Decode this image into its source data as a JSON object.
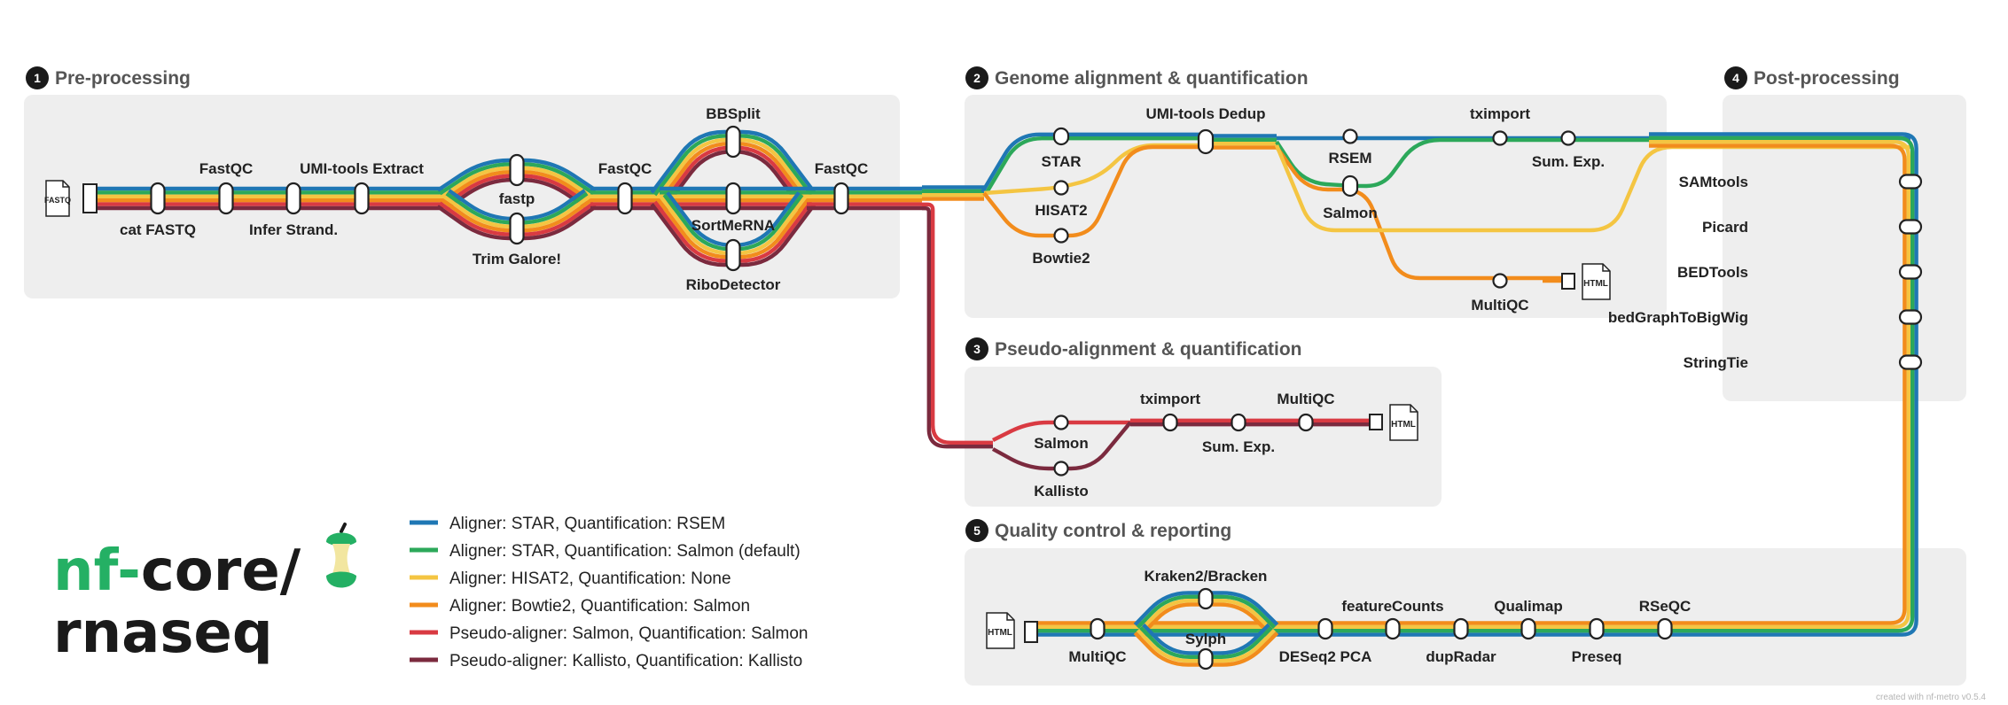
{
  "colors": {
    "star_rsem": "#1f77b4",
    "star_salmon": "#2ca85a",
    "hisat2": "#f4c542",
    "bowtie2": "#f28c1c",
    "pseudo_salmon": "#d93a42",
    "kallisto": "#7b2a3e",
    "section_bg": "#eeeeee",
    "logo_green": "#24b064",
    "logo_dark": "#1a1a1a"
  },
  "logo": {
    "prefix": "nf",
    "dash": "-",
    "core": "core/",
    "pipeline": "rnaseq"
  },
  "sections": [
    {
      "num": "1",
      "title": "Pre-processing"
    },
    {
      "num": "2",
      "title": "Genome alignment & quantification"
    },
    {
      "num": "3",
      "title": "Pseudo-alignment & quantification"
    },
    {
      "num": "4",
      "title": "Post-processing"
    },
    {
      "num": "5",
      "title": "Quality control & reporting"
    }
  ],
  "files": {
    "fastq": "FASTQ",
    "html": "HTML"
  },
  "stations": {
    "cat_fastq": "cat FASTQ",
    "fastqc_1": "FastQC",
    "infer_strand": "Infer Strand.",
    "umi_extract": "UMI-tools Extract",
    "fastp": "fastp",
    "trim_galore": "Trim Galore!",
    "fastqc_2": "FastQC",
    "bbsplit": "BBSplit",
    "sortmerna": "SortMeRNA",
    "ribodetector": "RiboDetector",
    "fastqc_3": "FastQC",
    "star": "STAR",
    "hisat2": "HISAT2",
    "bowtie2": "Bowtie2",
    "umi_dedup": "UMI-tools Dedup",
    "rsem": "RSEM",
    "salmon_genome": "Salmon",
    "tximport_genome": "tximport",
    "sumexp_genome": "Sum. Exp.",
    "multiqc_genome": "MultiQC",
    "samtools": "SAMtools",
    "picard": "Picard",
    "bedtools": "BEDTools",
    "bedgraphtobigwig": "bedGraphToBigWig",
    "stringtie": "StringTie",
    "salmon_pseudo": "Salmon",
    "kallisto": "Kallisto",
    "tximport_pseudo": "tximport",
    "sumexp_pseudo": "Sum. Exp.",
    "multiqc_pseudo": "MultiQC",
    "multiqc_qc": "MultiQC",
    "kraken": "Kraken2/Bracken",
    "sylph": "Sylph",
    "deseq2": "DESeq2 PCA",
    "featurecounts": "featureCounts",
    "dupradar": "dupRadar",
    "qualimap": "Qualimap",
    "preseq": "Preseq",
    "rseqc": "RSeQC"
  },
  "legend": [
    {
      "label": "Aligner: STAR, Quantification: RSEM",
      "color": "#1f77b4"
    },
    {
      "label": "Aligner: STAR, Quantification: Salmon (default)",
      "color": "#2ca85a"
    },
    {
      "label": "Aligner: HISAT2, Quantification: None",
      "color": "#f4c542"
    },
    {
      "label": "Aligner: Bowtie2, Quantification: Salmon",
      "color": "#f28c1c"
    },
    {
      "label": "Pseudo-aligner: Salmon, Quantification: Salmon",
      "color": "#d93a42"
    },
    {
      "label": "Pseudo-aligner: Kallisto, Quantification: Kallisto",
      "color": "#7b2a3e"
    }
  ],
  "credit": "created with nf-metro v0.5.4"
}
